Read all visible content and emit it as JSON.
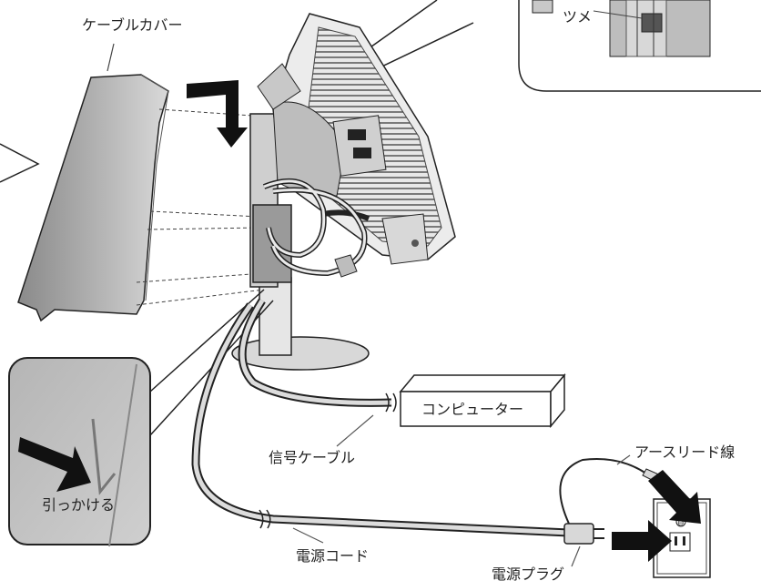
{
  "labels": {
    "cable_cover": "ケーブルカバー",
    "claw": "ツメ",
    "computer": "コンピューター",
    "signal_cable": "信号ケーブル",
    "earth_lead": "アースリード線",
    "power_cord": "電源コード",
    "power_plug": "電源プラグ",
    "hook": "引っかける"
  }
}
